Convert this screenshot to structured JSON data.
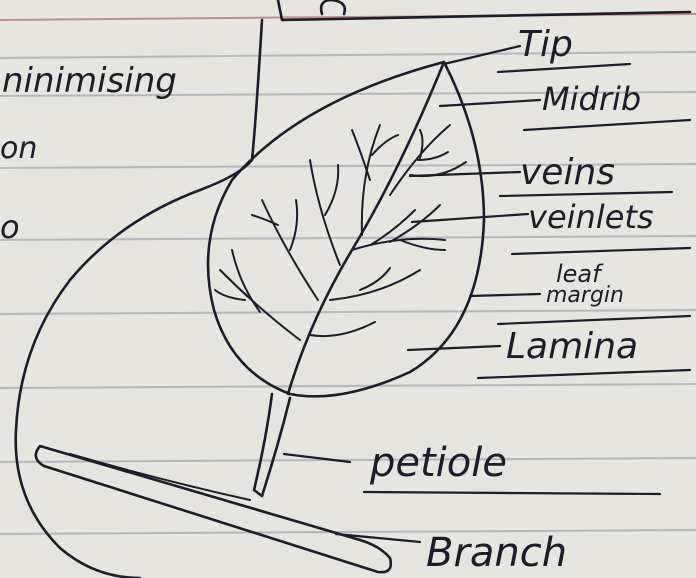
{
  "page": {
    "left_text": {
      "line1": "ninimising",
      "line2": "on",
      "line3": "o"
    }
  },
  "diagram": {
    "labels": {
      "tip": "Tip",
      "midrib": "Midrib",
      "veins": "veins",
      "veinlets": "veinlets",
      "leaf_margin_top": "leaf",
      "leaf_margin_bottom": "margin",
      "lamina": "Lamina",
      "petiole": "petiole",
      "branch": "Branch"
    }
  },
  "colors": {
    "paper": "#e6e5e0",
    "ruled_line": "#b7b6bd",
    "margin_line": "#c48a8a",
    "ink": "#1c1c2a"
  }
}
